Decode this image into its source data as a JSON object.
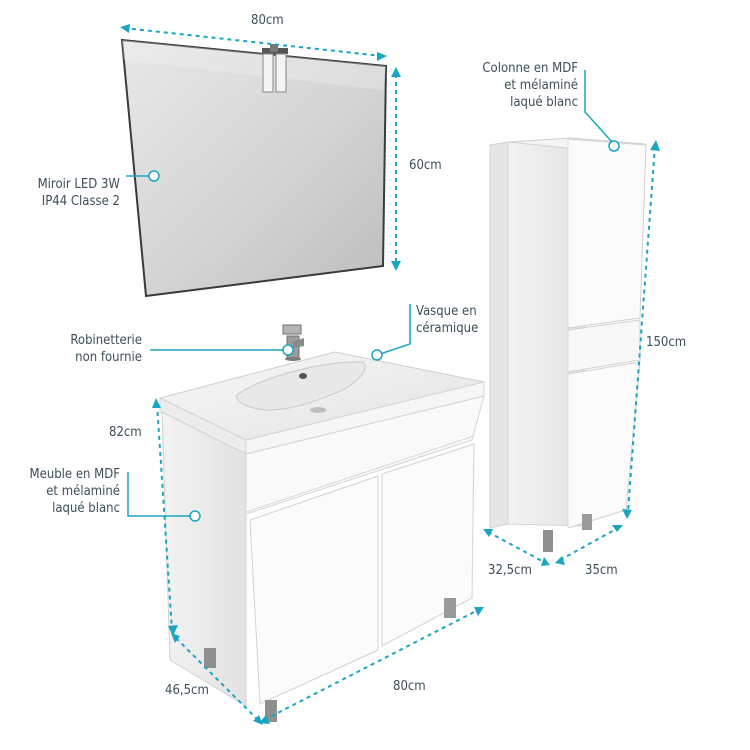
{
  "dimensions": {
    "mirror_width": "80cm",
    "mirror_height": "60cm",
    "column_height": "150cm",
    "cabinet_height": "82cm",
    "cabinet_depth": "46,5cm",
    "cabinet_width": "80cm",
    "column_depth": "32,5cm",
    "column_width": "35cm"
  },
  "callouts": {
    "mirror": {
      "line1": "Miroir LED 3W",
      "line2": "IP44 Classe 2"
    },
    "column": {
      "line1": "Colonne en MDF",
      "line2": "et mélaminé",
      "line3": "laqué blanc"
    },
    "faucet": {
      "line1": "Robinetterie",
      "line2": "non fournie"
    },
    "basin": {
      "line1": "Vasque en",
      "line2": "céramique"
    },
    "cabinet": {
      "line1": "Meuble en MDF",
      "line2": "et mélaminé",
      "line3": "laqué blanc"
    }
  },
  "colors": {
    "accent": "#1aa6c2",
    "text": "#3c4f58",
    "leader": "#1aa6c2"
  }
}
